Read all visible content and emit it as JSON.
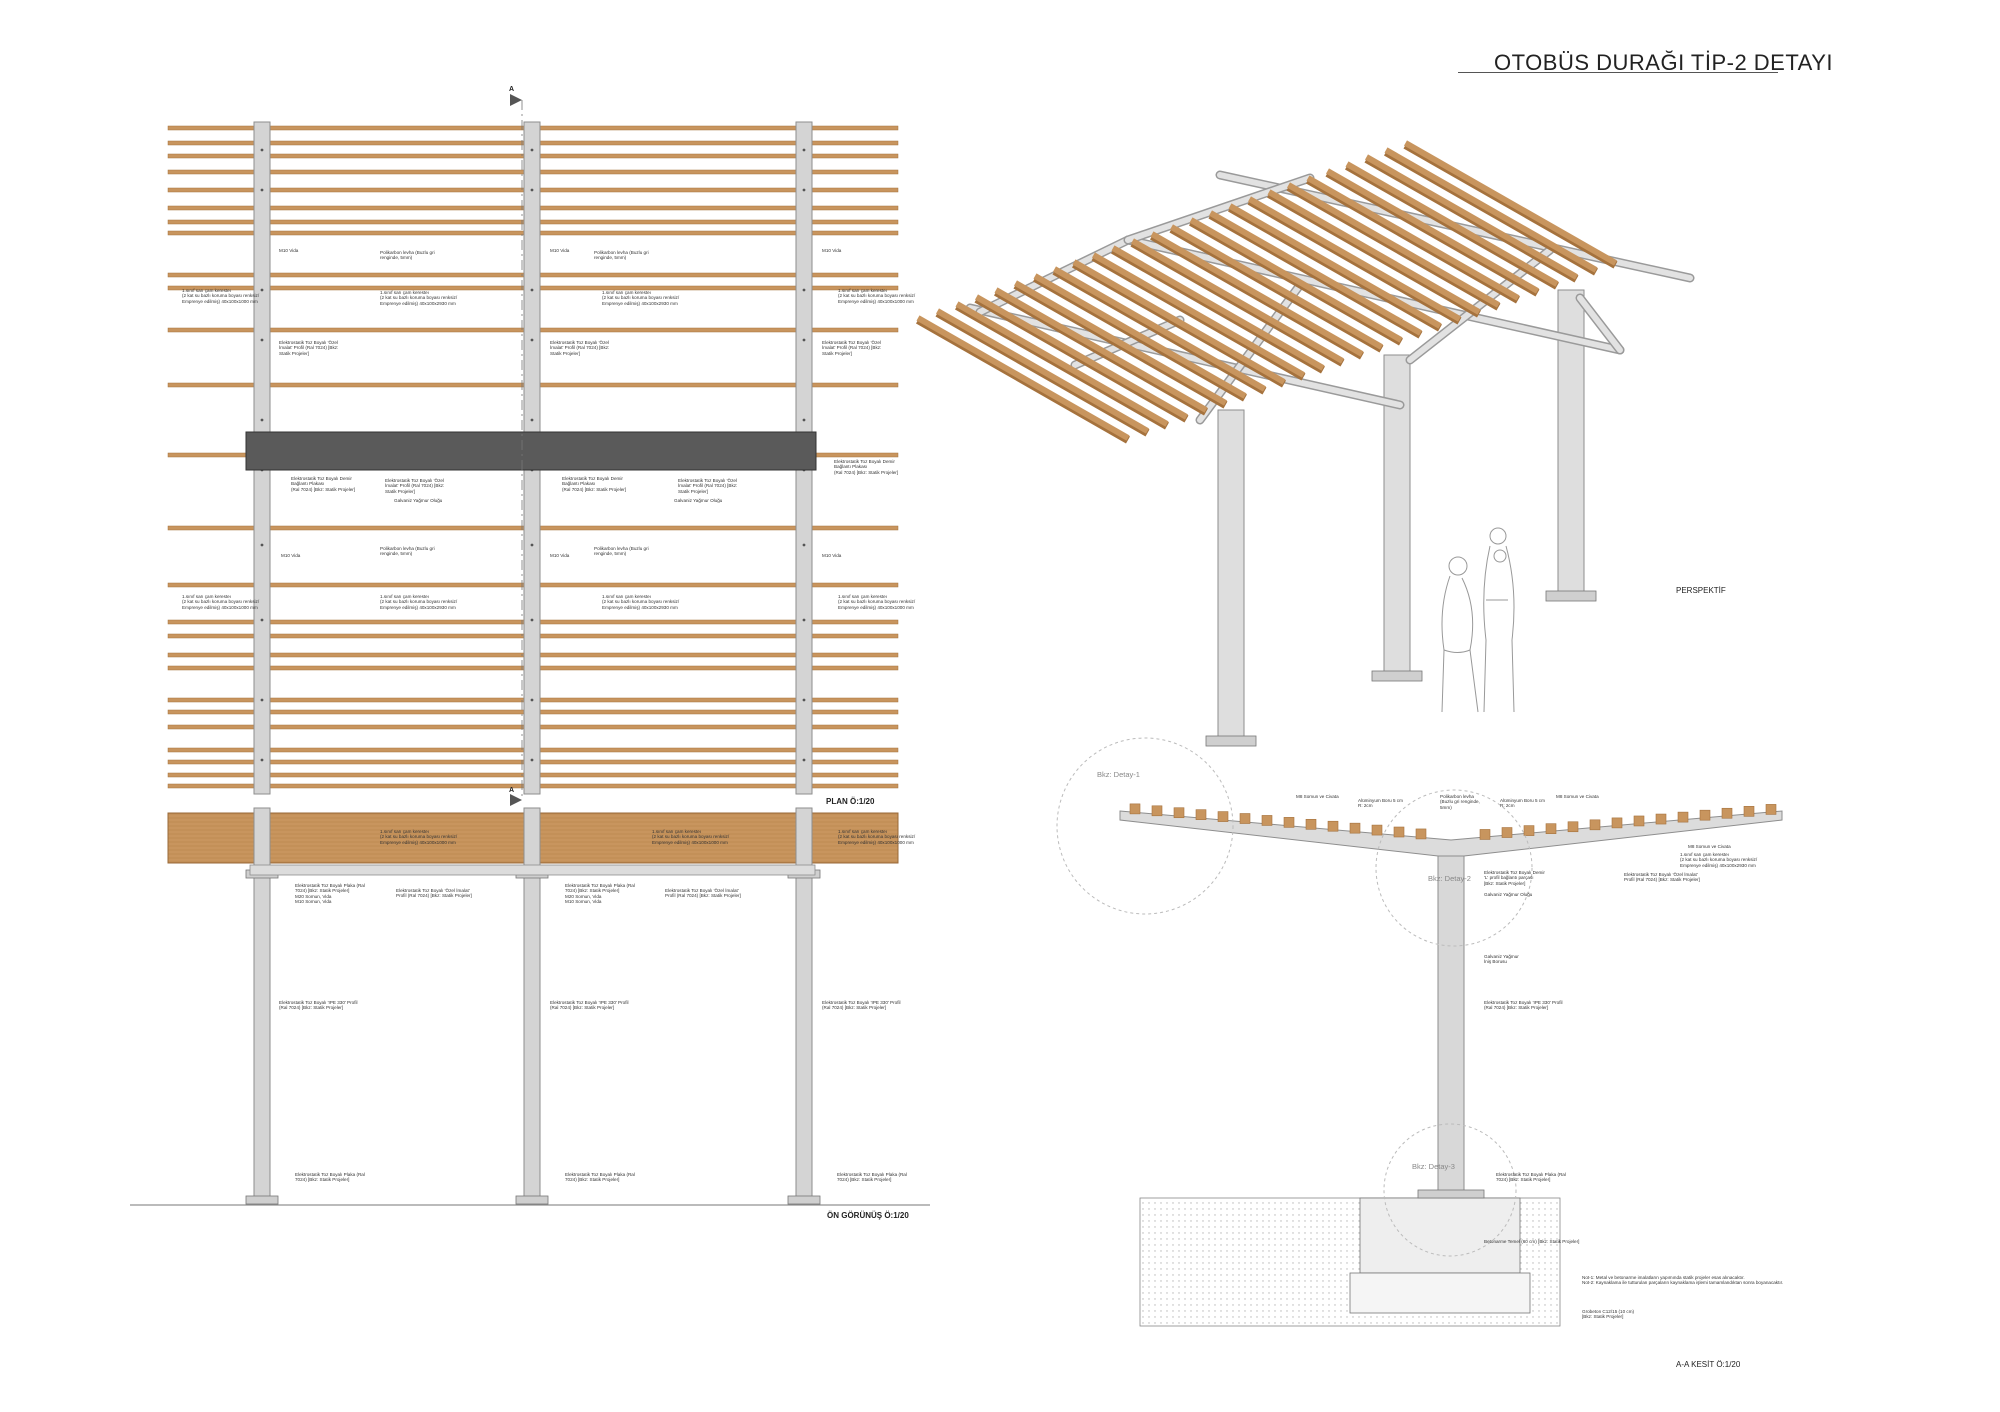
{
  "sheet": {
    "title": "OTOBÜS DURAĞI TİP-2 DETAYI"
  },
  "views": {
    "plan": "PLAN Ö:1/20",
    "front": "ÖN GÖRÜNÜŞ Ö:1/20",
    "perspective": "PERSPEKTİF",
    "section": "A-A KESİT Ö:1/20",
    "section_marker": "A"
  },
  "details": {
    "detail1": "Bkz: Detay-1",
    "detail2": "Bkz: Detay-2",
    "detail3": "Bkz: Detay-3"
  },
  "plan_notes": {
    "m10_vida": "M10 Vida",
    "polikarbon": "Polikarbon levha (Buzlu gri\nrenginde, 5mm)",
    "kereste_1000": "1.sınıf sarı çam keresteı\n(2 kat su bazlı koruma boyası renksiz/\nEmprenye edilmiş) 40x100x1000 mm",
    "kereste_2930": "1.sınıf sarı çam keresteı\n(2 kat su bazlı koruma boyası renksiz/\nEmprenye edilmiş) 40x100x2930 mm",
    "ozel_imalat": "Elektrostatik Toz Boyalı 'Özel\nİmalat' Profil (Ral 7024) [Bkz:\nStatik Projeler]",
    "baglanti": "Elektrostatik Toz Boyalı Demir\nBağlantı Plakası\n(Ral 7024) [Bkz: Statik Projeler]",
    "yagmur_olugu": "Galvaniz Yağmur Oluğu"
  },
  "front_notes": {
    "kereste": "1.sınıf sarı çam keresteı\n(2 kat su bazlı koruma boyası renksiz/\nEmprenye edilmiş) 40x100x1000 mm",
    "plaka_vida": "Elektrostatik Toz Boyalı Plaka (Ral\n7024) [Bkz: Statik Projeler]\nM20 Somun, Vida\nM10 Somun, Vida",
    "ozel_imalat": "Elektrostatik Toz Boyalı 'Özel İmalat'\nProfil (Ral 7024) [Bkz: Statik Projeler]",
    "ipe": "Elektrostatik Toz Boyalı 'IPE 330' Profil\n(Ral 7024) [Bkz: Statik Projeler]",
    "plaka": "Elektrostatik Toz Boyalı Plaka (Ral\n7024) [Bkz: Statik Projeler]"
  },
  "section_notes": {
    "m8": "M8 Somun ve Civata",
    "aluminyum": "Alüminyum Boru 5 cm\nR: 2cm",
    "polikarbon": "Polikarbon levha\n(Buzlu gri renginde,\n5mm)",
    "aluminyum2": "Alüminyum Boru 5 cm\nR: 2cm",
    "m8_2": "M8 Somun ve Civata",
    "kereste": "1.sınıf sarı çam keresteı\n(2 kat su bazlı koruma boyası renksiz/\nEmprenye edilmiş) 40x100x2930 mm",
    "ozel_imalat": "Elektrostatik Toz Boyalı 'Özel İmalat'\nProfil (Ral 7024) [Bkz: Statik Projeler]",
    "l_profil": "Elektrostatik Toz Boyalı Demir\n'L' profil bağlantı parçası\n[Bkz: Statik Projeler]",
    "yagmur_olugu": "Galvaniz Yağmur Oluğu",
    "inis_borusu": "Galvaniz Yağmur\nİniş Borusu",
    "ipe": "Elektrostatik Toz Boyalı 'IPE 330' Profil\n(Ral 7024) [Bkz: Statik Projeler]",
    "plaka": "Elektrostatik Toz Boyalı Plaka (Ral\n7024) [Bkz: Statik Projeler]",
    "temel": "Betonarme Temel (60 cm) [Bkz: Statik Projeler]",
    "notlar": "Not-1: Metal ve betonarme imalatların yapımında statik projeler esas alınacaktır.\nNot-2: Kaynaklama ile tutturulan parçaların kaynaklama işlemi tamamlandıktan sonra boyanacaktır.",
    "grobeton": "Grobeton C12/15 (10 cm)\n[Bkz: Statik Projeler]"
  },
  "colors": {
    "timber": "#c8955e",
    "timber_dark": "#a5723d",
    "steel": "#d4d4d4",
    "steel_edge": "#8e8e8e",
    "gutter": "#5a5a5a",
    "ink": "#222222"
  }
}
